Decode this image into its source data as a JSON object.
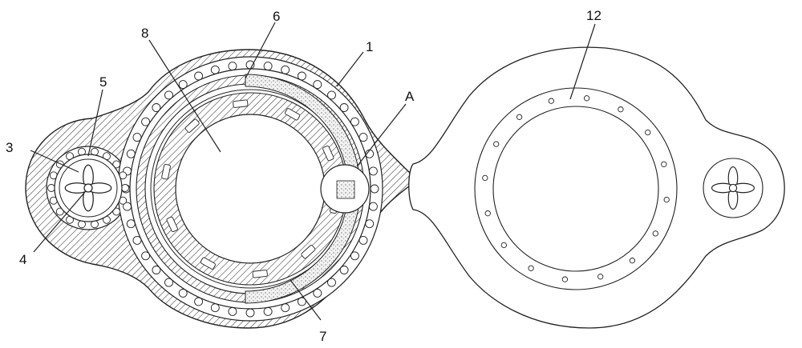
{
  "labels": {
    "l1": "1",
    "l3": "3",
    "l4": "4",
    "l5": "5",
    "l6": "6",
    "l7": "7",
    "l8": "8",
    "l12": "12",
    "lA": "A"
  },
  "colors": {
    "stroke": "#222222",
    "hatch": "#333333",
    "stipple": "#8a8a8a",
    "background": "#ffffff"
  }
}
